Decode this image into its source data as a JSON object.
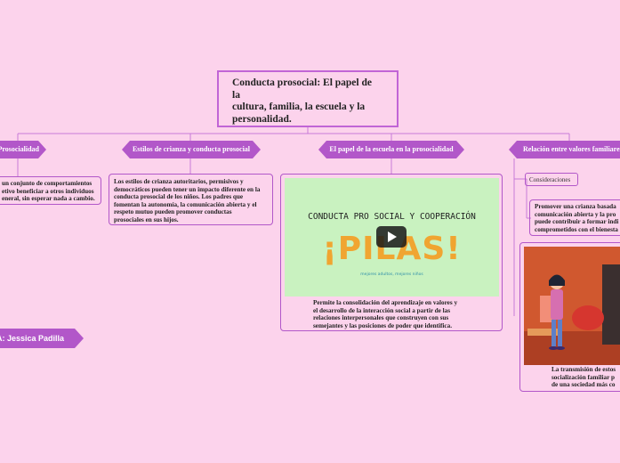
{
  "root": {
    "title_line1": "Conducta prosocial: El papel de",
    "title_line2": "la",
    "title_line3": "cultura, familia, la escuela y la",
    "title_line4": "personalidad."
  },
  "branches": {
    "b1": {
      "label": "Prosocialidad",
      "text": [
        "un conjunto de comportamientos",
        "etivo beneficiar a otros individuos",
        "eneral, sin esperar nada a cambio."
      ]
    },
    "b2": {
      "label": "Estilos de crianza y conducta prosocial",
      "text": [
        "Los estilos de crianza autoritarios, permisivos y",
        "democráticos pueden tener un impacto diferente en la",
        "conducta prosocial de los niños. Los padres que",
        "fomentan la autonomía, la comunicación abierta y el",
        "respeto mutuo pueden promover conductas",
        "prosociales en sus hijos."
      ]
    },
    "b3": {
      "label": "El papel de la escuela en la prosocialidad",
      "video": {
        "title": "CONDUCTA PRO SOCIAL Y COOPERACIÓN",
        "brand": "¡PILAS!",
        "tagline": "mejores adultos, mejores niños"
      },
      "text": [
        "Permite la consolidación del aprendizaje en valores y",
        "el desarrollo de la interacción social a partir de las",
        "relaciones interpersonales que construyen con sus",
        "semejantes y las posiciones de poder que identifica."
      ]
    },
    "b4": {
      "label": "Relación entre valores familiares y",
      "sub_label": "Consideraciones",
      "sub_text": [
        "Promover una crianza basada",
        "comunicación abierta y la pro",
        "puede contribuir a formar indi",
        "comprometidos con el bienesta"
      ],
      "caption": [
        "La transmisión de estos",
        "socialización familiar p",
        "de una sociedad más co"
      ]
    }
  },
  "author": "A: Jessica Padilla",
  "colors": {
    "background": "#fcd3ec",
    "accent": "#b257c9",
    "video_bg": "#c9f2c0"
  }
}
